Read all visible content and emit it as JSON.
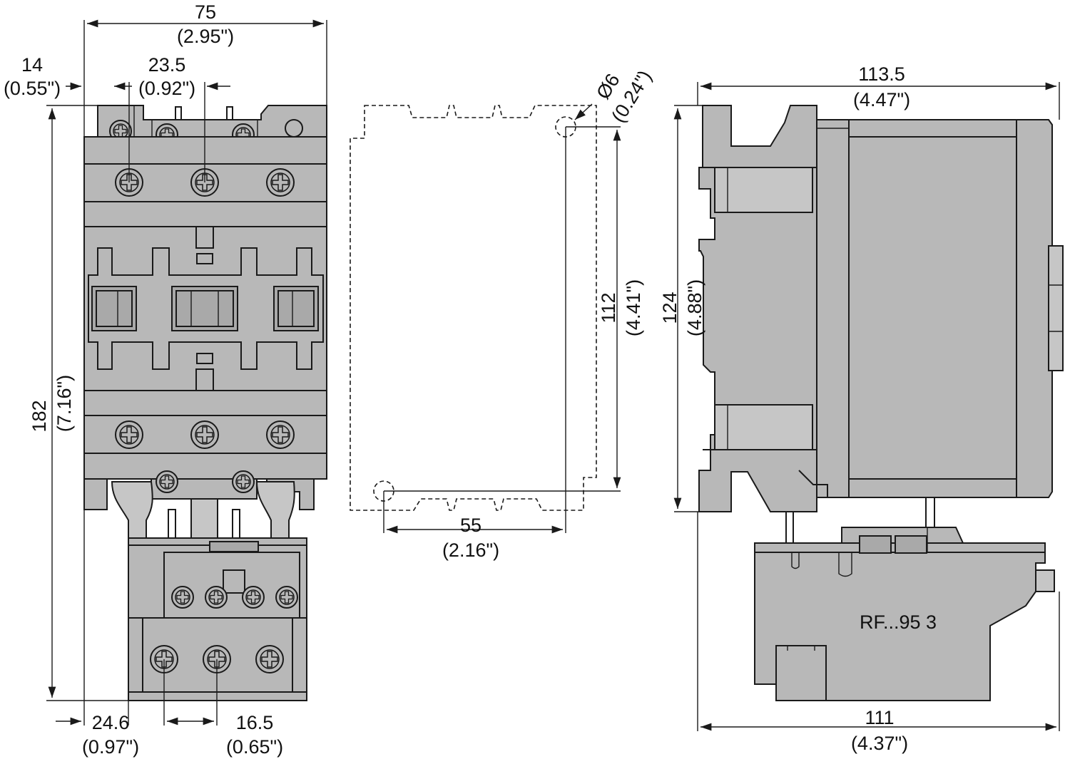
{
  "labels": {
    "front_width": "75",
    "front_width_in": "(2.95\")",
    "left_offset": "14",
    "left_offset_in": "(0.55\")",
    "pole_pitch": "23.5",
    "pole_pitch_in": "(0.92\")",
    "total_height": "182",
    "total_height_in": "(7.16\")",
    "bottom_offset": "24.6",
    "bottom_offset_in": "(0.97\")",
    "relay_pitch": "16.5",
    "relay_pitch_in": "(0.65\")",
    "hole_diameter": "Ø6",
    "hole_diameter_in": "(0.24\")",
    "hole_vertical": "112",
    "hole_vertical_in": "(4.41\")",
    "hole_horizontal": "55",
    "hole_horizontal_in": "(2.16\")",
    "side_width": "113.5",
    "side_width_in": "(4.47\")",
    "side_height": "124",
    "side_height_in": "(4.88\")",
    "relay_depth": "111",
    "relay_depth_in": "(4.37\")",
    "relay_model": "RF...95 3"
  }
}
